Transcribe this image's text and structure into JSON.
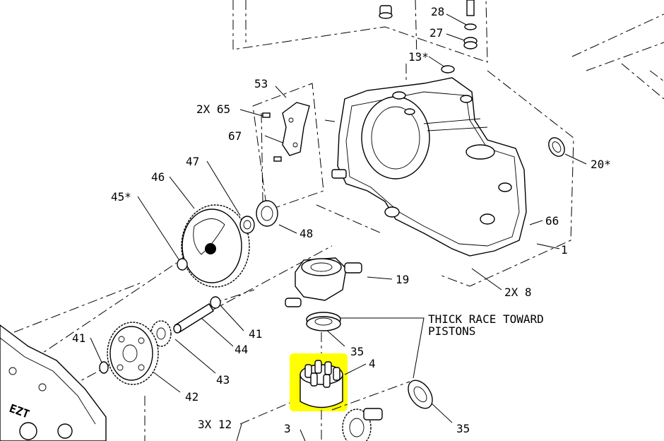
{
  "labels": {
    "p28": "28",
    "p27": "27",
    "p13": "13*",
    "p53": "53",
    "p65": "2X 65",
    "p67": "67",
    "p20": "20*",
    "p47": "47",
    "p46": "46",
    "p45": "45*",
    "p48": "48",
    "p66": "66",
    "p1": "1",
    "p19": "19",
    "p8": "2X 8",
    "p41a": "41",
    "p41b": "41",
    "p44": "44",
    "p43": "43",
    "p42": "42",
    "p35a": "35",
    "p35b": "35",
    "p4": "4",
    "p3": "3",
    "p12": "3X 12",
    "note1": "THICK RACE TOWARD",
    "note2": "PISTONS",
    "ezt": "EZT"
  },
  "highlight": {
    "color": "#ffff00",
    "target": "4"
  }
}
